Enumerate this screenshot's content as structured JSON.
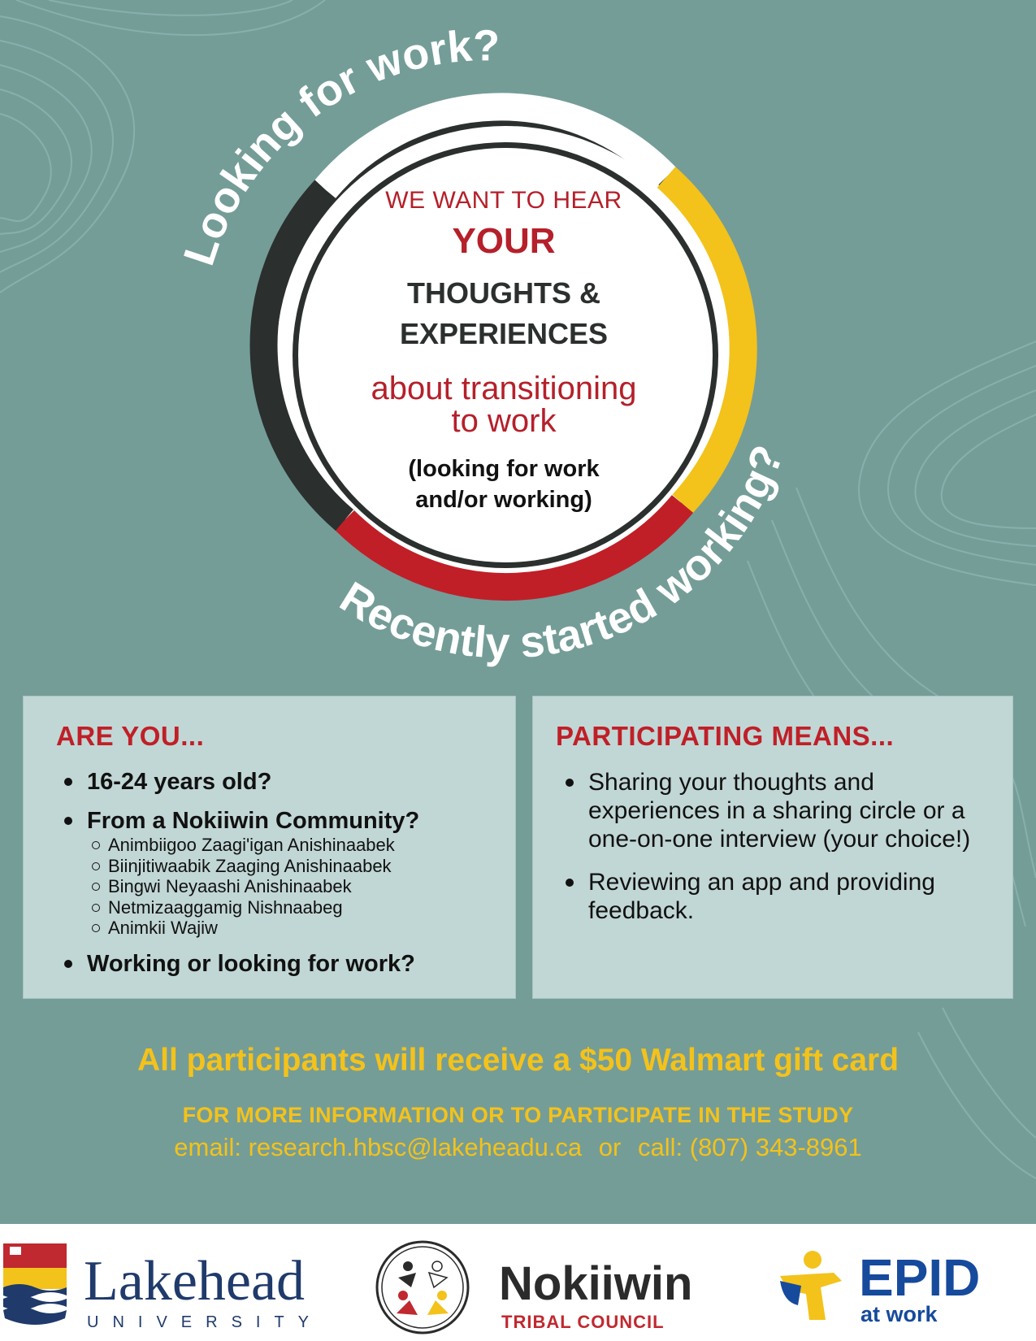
{
  "arc": {
    "top_text": "Looking for work?",
    "side_text": "Recently started working?"
  },
  "circle": {
    "line1": "WE WANT TO HEAR",
    "line2": "YOUR",
    "line3a": "THOUGHTS &",
    "line3b": "EXPERIENCES",
    "line4a": "about transitioning",
    "line4b": "to work",
    "line5a": "(looking for work",
    "line5b": "and/or working)"
  },
  "are_you": {
    "heading": "ARE YOU...",
    "items": [
      "16-24 years old?",
      "From a Nokiiwin Community?",
      "Working or looking for work?"
    ],
    "communities": [
      "Animbiigoo Zaagi'igan Anishinaabek",
      "Biinjitiwaabik Zaaging Anishinaabek",
      "Bingwi Neyaashi Anishinaabek",
      "Netmizaaggamig Nishnaabeg",
      "Animkii Wajiw"
    ]
  },
  "participating": {
    "heading": "PARTICIPATING MEANS...",
    "items": [
      "Sharing your thoughts and experiences in a sharing circle or a one-on-one interview (your choice!)",
      "Reviewing an app and providing feedback."
    ]
  },
  "gift": "All participants will receive a $50 Walmart gift card",
  "info": "FOR MORE INFORMATION OR TO PARTICIPATE IN THE STUDY",
  "contact": {
    "email": "email: research.hbsc@lakeheadu.ca",
    "or": "or",
    "call": "call: (807) 343-8961"
  },
  "footer": {
    "lakehead_name": "Lakehead",
    "lakehead_sub": "UNIVERSITY",
    "nokiiwin_name": "Nokiiwin",
    "nokiiwin_sub": "TRIBAL COUNCIL",
    "epid_name": "EPID",
    "epid_sub": "at work"
  },
  "colors": {
    "background": "#749d98",
    "red": "#c01f28",
    "yellow": "#f3c21b",
    "dark": "#2b2f2e",
    "box": "#c1d7d5"
  }
}
